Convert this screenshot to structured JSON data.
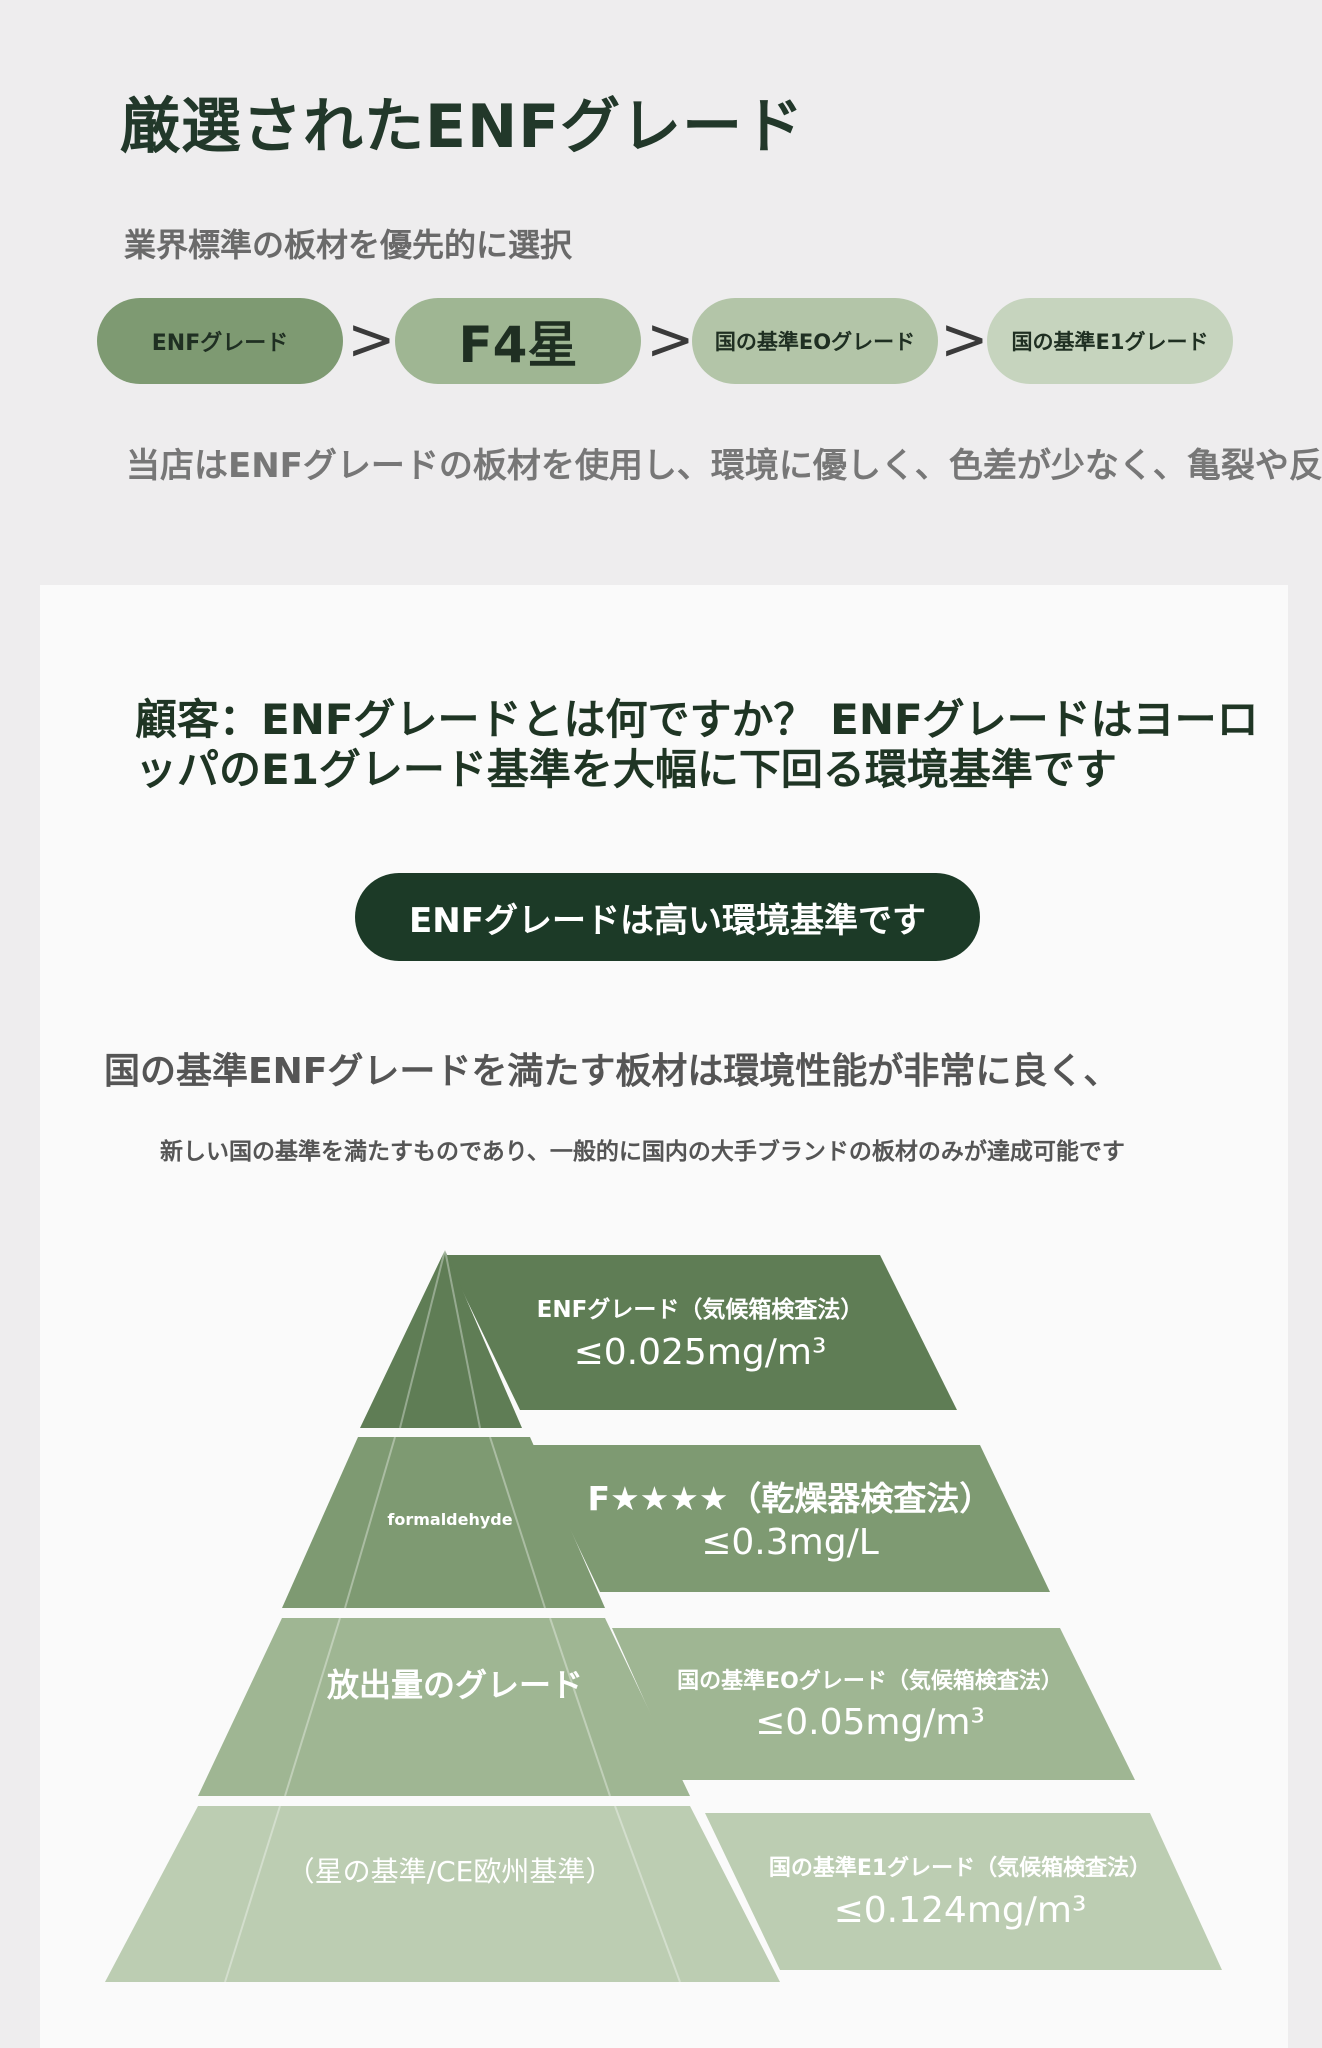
{
  "header": {
    "title": "厳選されたENFグレード",
    "subtitle": "業界標準の板材を優先的に選択"
  },
  "grade_chain": {
    "items": [
      {
        "label": "ENFグレード"
      },
      {
        "label": "F4星"
      },
      {
        "label": "国の基準EOグレード"
      },
      {
        "label": "国の基準E1グレード"
      }
    ],
    "separator": ">"
  },
  "description": "当店はENFグレードの板材を使用し、環境に優しく、色差が少なく、亀裂や反",
  "faq": {
    "question": "顧客：ENFグレードとは何ですか？ ENFグレードはヨーロッパのE1グレード基準を大幅に下回る環境基準です",
    "banner": "ENFグレードは高い環境基準です"
  },
  "body_text": "国の基準ENFグレードを満たす板材は環境性能が非常に良く、",
  "small_text": "新しい国の基準を満たすものであり、一般的に国内の大手ブランドの板材のみが達成可能です",
  "pyramid": {
    "side_labels": [
      "formaldehyde",
      "放出量のグレード",
      "（星の基準/CE欧州基準）"
    ],
    "tiers": [
      {
        "name": "ENFグレード（気候箱検査法）",
        "value": "≤0.025mg/m³"
      },
      {
        "name": "F★★★★（乾燥器検査法）",
        "value": "≤0.3mg/L"
      },
      {
        "name": "国の基準EOグレード（気候箱検査法）",
        "value": "≤0.05mg/m³"
      },
      {
        "name": "国の基準E1グレード（気候箱検査法）",
        "value": "≤0.124mg/m³"
      }
    ]
  },
  "colors": {
    "dark_green": "#1c3a27",
    "tier1": "#5f7d55",
    "tier2": "#7e9a72",
    "tier3": "#9fb693",
    "tier4": "#bccdb2"
  }
}
